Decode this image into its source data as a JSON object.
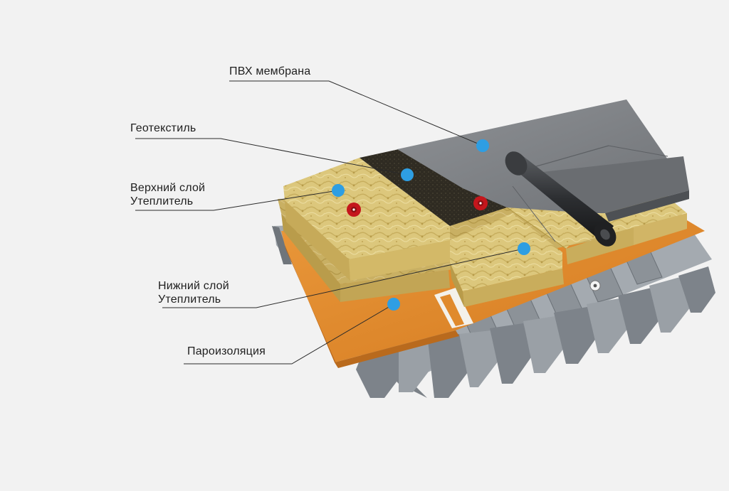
{
  "labels": {
    "pvc": {
      "text": "ПВХ мембрана"
    },
    "geotextile": {
      "text": "Геотекстиль"
    },
    "upper": {
      "line1": "Верхний слой",
      "line2": "Утеплитель"
    },
    "lower": {
      "line1": "Нижний слой",
      "line2": "Утеплитель"
    },
    "vapor": {
      "text": "Пароизоляция"
    }
  },
  "colors": {
    "background": "#f2f2f2",
    "pvc_membrane": "#7d8084",
    "geotextile": "#2f2b22",
    "insulation": "#dcc77c",
    "vapor_barrier": "#e08a2c",
    "steel_deck": "#8f959b",
    "marker": "#2e9ee3",
    "fastener": "#c4161c",
    "leader_line": "#2a2a2a"
  }
}
